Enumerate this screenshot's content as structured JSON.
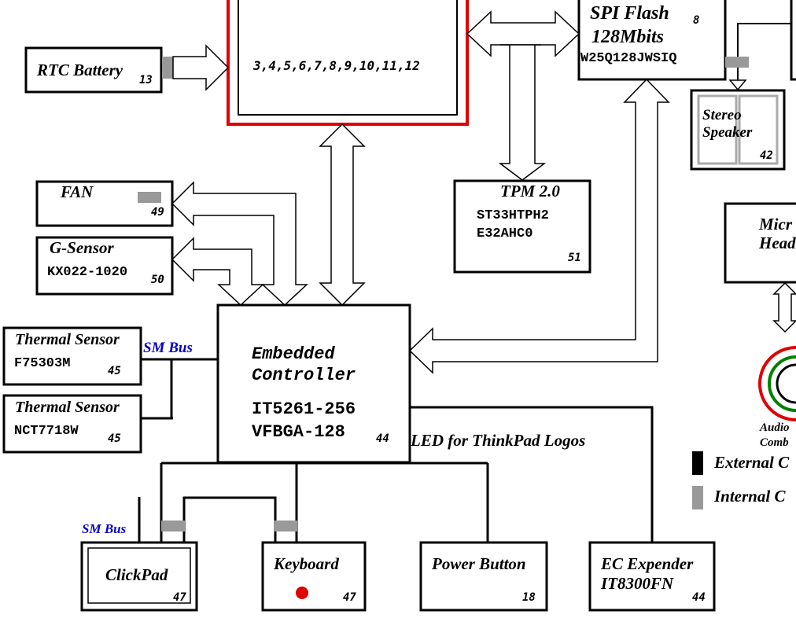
{
  "cpu_block": {
    "page_refs": "3,4,5,6,7,8,9,10,11,12"
  },
  "rtc_battery": {
    "label": "RTC Battery",
    "page": "13"
  },
  "spi_flash": {
    "title": "SPI Flash",
    "page": "8",
    "size": "128Mbits",
    "part": "W25Q128JWSIQ"
  },
  "stereo_speaker": {
    "line1": "Stereo",
    "line2": "Speaker",
    "page": "42"
  },
  "fan": {
    "label": "FAN",
    "page": "49"
  },
  "g_sensor": {
    "label": "G-Sensor",
    "part": "KX022-1020",
    "page": "50"
  },
  "tpm": {
    "title": "TPM 2.0",
    "part1": "ST33HTPH2",
    "part2": "E32AHC0",
    "page": "51"
  },
  "mic_headset": {
    "line1": "Micr",
    "line2": "Head"
  },
  "thermal_sensor_1": {
    "label": "Thermal Sensor",
    "part": "F75303M",
    "page": "45"
  },
  "thermal_sensor_2": {
    "label": "Thermal Sensor",
    "part": "NCT7718W",
    "page": "45"
  },
  "sm_bus_main": "SM Bus",
  "embedded_controller": {
    "line1": "Embedded",
    "line2": "Controller",
    "part1": "IT5261-256",
    "part2": "VFBGA-128",
    "page": "44"
  },
  "led_label": "LED for ThinkPad Logos",
  "audio_combo": {
    "line1": "Audio",
    "line2": "Comb"
  },
  "legend": {
    "external": "External C",
    "internal": "Internal C"
  },
  "sm_bus_clickpad": "SM Bus",
  "clickpad": {
    "label": "ClickPad",
    "page": "47"
  },
  "keyboard": {
    "label": "Keyboard",
    "page": "47"
  },
  "power_button": {
    "label": "Power Button",
    "page": "18"
  },
  "ec_expender": {
    "line1": "EC Expender",
    "line2": "IT8300FN",
    "page": "44"
  },
  "colors": {
    "cpu_border": "#e00000",
    "internal_connector": "#999999",
    "sm_bus_text": "#0000cc",
    "keyboard_led": "#e00000",
    "audio_outer": "#e00000",
    "audio_inner": "#008000"
  }
}
